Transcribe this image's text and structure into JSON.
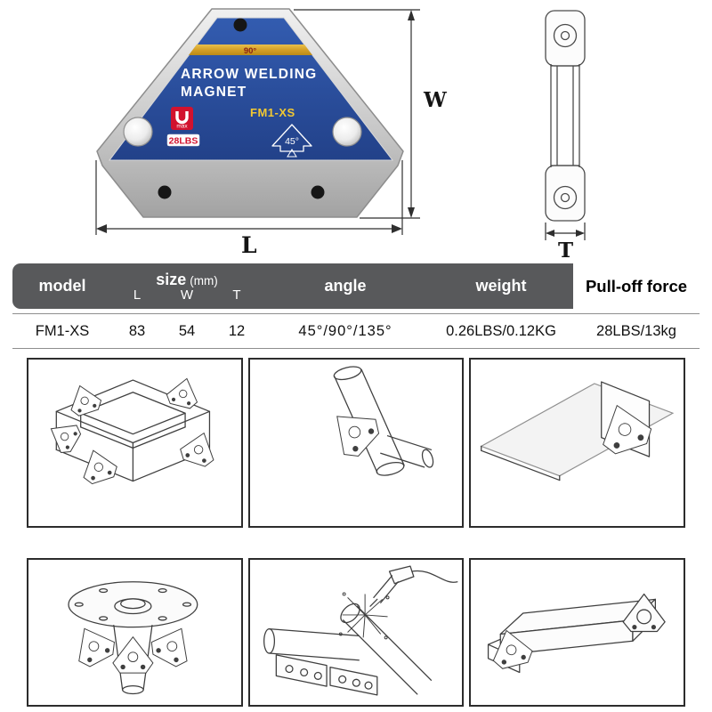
{
  "diagram": {
    "magnet_face": {
      "angle_top": "90°",
      "title_line1": "ARROW WELDING",
      "title_line2": "MAGNET",
      "model": "FM1-XS",
      "angle_badge": "45°",
      "max_label": "max",
      "pull_label": "28LBS"
    },
    "dimension_labels": {
      "width": "W",
      "length": "L",
      "thickness": "T"
    }
  },
  "spec_table": {
    "headers": {
      "model": "model",
      "size": "size",
      "size_unit": "(mm)",
      "size_l": "L",
      "size_w": "W",
      "size_t": "T",
      "angle": "angle",
      "weight": "weight",
      "pull_off_force": "Pull-off force"
    },
    "rows": [
      {
        "model": "FM1-XS",
        "l": "83",
        "w": "54",
        "t": "12",
        "angle": "45°/90°/135°",
        "weight": "0.26LBS/0.12KG",
        "pull_off_force": "28LBS/13kg"
      }
    ]
  },
  "usage_examples": [
    {
      "icon": "box-frame-corner-clamp-illustration"
    },
    {
      "icon": "pipe-angle-clamp-illustration"
    },
    {
      "icon": "sheet-panel-clamp-illustration"
    },
    {
      "icon": "flange-pipe-clamp-illustration"
    },
    {
      "icon": "welding-torch-pipes-illustration"
    },
    {
      "icon": "beam-corner-clamp-illustration"
    }
  ],
  "colors": {
    "magnet_blue": "#2b4f9e",
    "stripe_gold": "#d9a733",
    "accent_red": "#d2122e",
    "body_silver": "#c9c9c9",
    "table_header_gray": "#58595b"
  }
}
